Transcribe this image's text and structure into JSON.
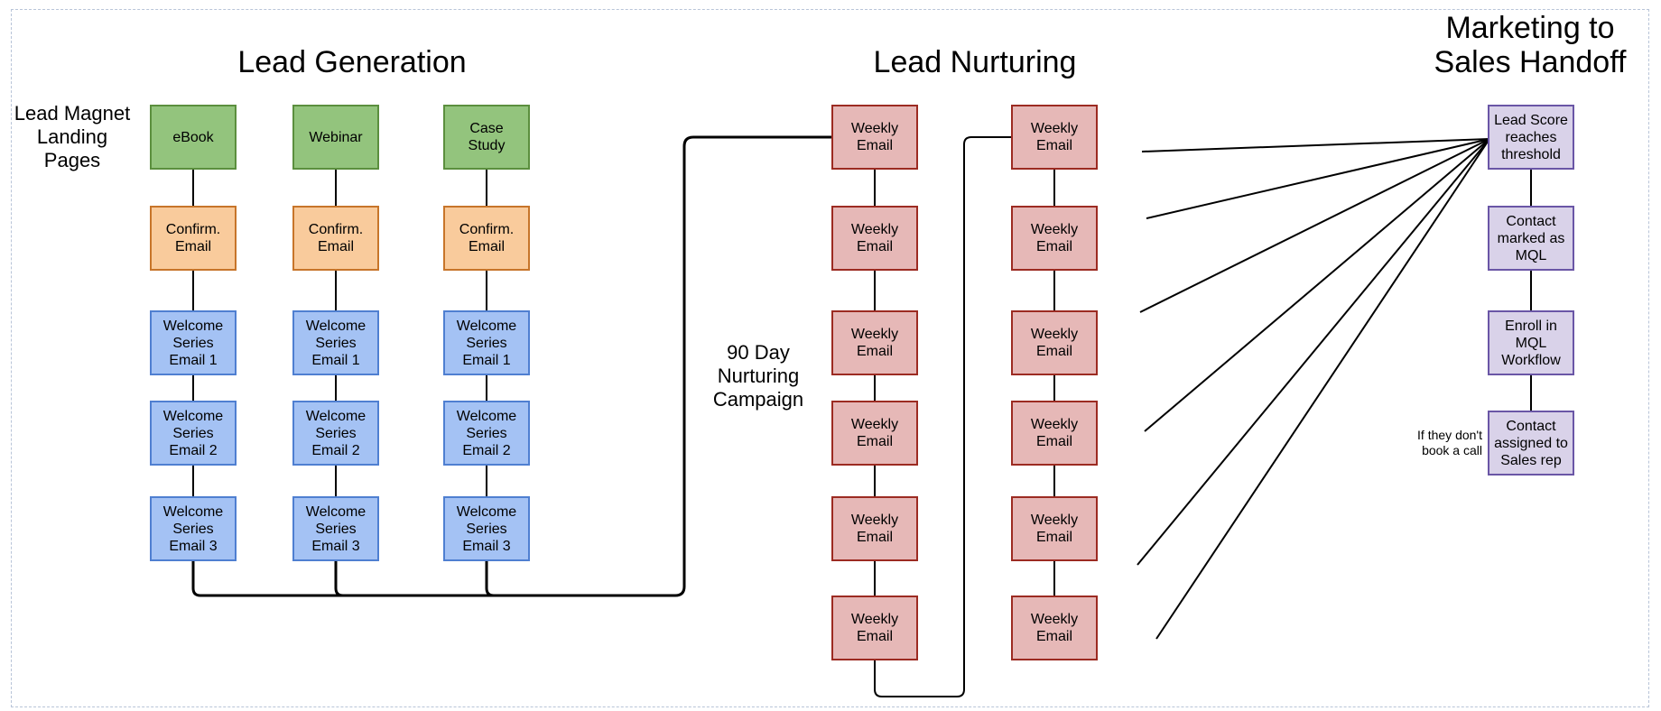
{
  "titles": {
    "lead_generation": "Lead Generation",
    "lead_nurturing": "Lead Nurturing",
    "handoff_line1": "Marketing to",
    "handoff_line2": "Sales Handoff"
  },
  "labels": {
    "lead_magnet": [
      "Lead Magnet",
      "Landing",
      "Pages"
    ],
    "nurturing_campaign": [
      "90 Day",
      "Nurturing",
      "Campaign"
    ],
    "no_call": [
      "If they don't",
      "book a call"
    ]
  },
  "lead_generation": {
    "columns": [
      {
        "magnet": [
          "eBook"
        ],
        "confirm": [
          "Confirm.",
          "Email"
        ],
        "welcome": [
          [
            "Welcome",
            "Series",
            "Email 1"
          ],
          [
            "Welcome",
            "Series",
            "Email 2"
          ],
          [
            "Welcome",
            "Series",
            "Email 3"
          ]
        ]
      },
      {
        "magnet": [
          "Webinar"
        ],
        "confirm": [
          "Confirm.",
          "Email"
        ],
        "welcome": [
          [
            "Welcome",
            "Series",
            "Email 1"
          ],
          [
            "Welcome",
            "Series",
            "Email 2"
          ],
          [
            "Welcome",
            "Series",
            "Email 3"
          ]
        ]
      },
      {
        "magnet": [
          "Case",
          "Study"
        ],
        "confirm": [
          "Confirm.",
          "Email"
        ],
        "welcome": [
          [
            "Welcome",
            "Series",
            "Email 1"
          ],
          [
            "Welcome",
            "Series",
            "Email 2"
          ],
          [
            "Welcome",
            "Series",
            "Email 3"
          ]
        ]
      }
    ]
  },
  "lead_nurturing": {
    "columns": [
      [
        [
          "Weekly",
          "Email"
        ],
        [
          "Weekly",
          "Email"
        ],
        [
          "Weekly",
          "Email"
        ],
        [
          "Weekly",
          "Email"
        ],
        [
          "Weekly",
          "Email"
        ],
        [
          "Weekly",
          "Email"
        ]
      ],
      [
        [
          "Weekly",
          "Email"
        ],
        [
          "Weekly",
          "Email"
        ],
        [
          "Weekly",
          "Email"
        ],
        [
          "Weekly",
          "Email"
        ],
        [
          "Weekly",
          "Email"
        ],
        [
          "Weekly",
          "Email"
        ]
      ]
    ]
  },
  "handoff": {
    "steps": [
      [
        "Lead Score",
        "reaches",
        "threshold"
      ],
      [
        "Contact",
        "marked as",
        "MQL"
      ],
      [
        "Enroll in",
        "MQL",
        "Workflow"
      ],
      [
        "Contact",
        "assigned to",
        "Sales rep"
      ]
    ]
  },
  "colors": {
    "magnet_fill": "#93c47d",
    "confirm_fill": "#f9cb9c",
    "welcome_fill": "#a4c2f4",
    "weekly_fill": "#e6b8b7",
    "handoff_fill": "#d9d2e9"
  }
}
